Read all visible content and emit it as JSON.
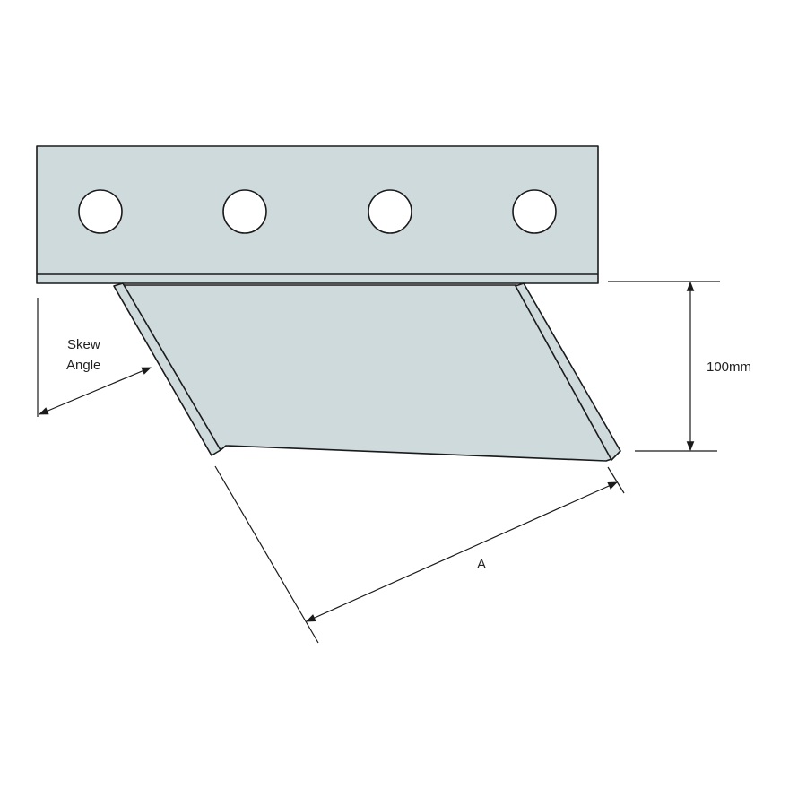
{
  "labels": {
    "skew_line1": "Skew",
    "skew_line2": "Angle",
    "height": "100mm",
    "length": "A"
  },
  "colors": {
    "steel_fill": "#cfdadd",
    "outline": "#1a1a1a"
  }
}
